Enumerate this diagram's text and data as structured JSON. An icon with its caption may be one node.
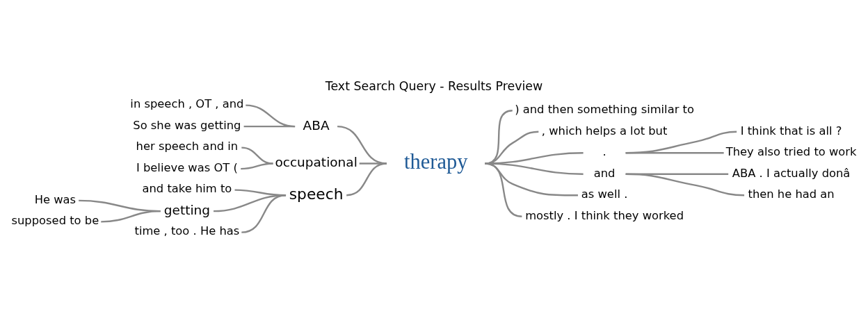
{
  "diagram": {
    "title": "Text Search Query - Results Preview",
    "nodes": [
      {
        "text": [
          "in speech , OT , and"
        ]
      },
      {
        "text": [
          "So she was getting"
        ]
      },
      {
        "text": [
          "ABA"
        ]
      },
      {
        "text": [
          "her speech and in"
        ]
      },
      {
        "text": [
          "I believe was OT ("
        ]
      },
      {
        "text": [
          "occupational"
        ]
      },
      {
        "text": [
          "and take him to"
        ]
      },
      {
        "text": [
          "He was"
        ]
      },
      {
        "text": [
          "supposed to be"
        ]
      },
      {
        "text": [
          "getting"
        ]
      },
      {
        "text": [
          "time , too . He has"
        ]
      },
      {
        "text": [
          "speech"
        ]
      },
      {
        "text": [
          "therapy"
        ]
      },
      {
        "text": [
          ") and then something similar to"
        ]
      },
      {
        "text": [
          ", which helps a lot but"
        ]
      },
      {
        "text": [
          "."
        ]
      },
      {
        "text": [
          "I think that is all ?"
        ]
      },
      {
        "text": [
          "They also tried to work"
        ]
      },
      {
        "text": [
          "and"
        ]
      },
      {
        "text": [
          "ABA . I actually donâ"
        ]
      },
      {
        "text": [
          "then he had an"
        ]
      },
      {
        "text": [
          "as well ."
        ]
      },
      {
        "text": [
          "mostly . I think they worked"
        ]
      }
    ],
    "edges": [
      {
        "from": 0,
        "to": 2,
        "arrow": "none"
      },
      {
        "from": 1,
        "to": 2,
        "arrow": "none"
      },
      {
        "from": 3,
        "to": 5,
        "arrow": "none"
      },
      {
        "from": 4,
        "to": 5,
        "arrow": "none"
      },
      {
        "from": 6,
        "to": 11,
        "arrow": "none"
      },
      {
        "from": 7,
        "to": 9,
        "arrow": "none"
      },
      {
        "from": 8,
        "to": 9,
        "arrow": "none"
      },
      {
        "from": 9,
        "to": 11,
        "arrow": "none"
      },
      {
        "from": 10,
        "to": 11,
        "arrow": "none"
      },
      {
        "from": 2,
        "to": 12,
        "arrow": "none"
      },
      {
        "from": 5,
        "to": 12,
        "arrow": "none"
      },
      {
        "from": 11,
        "to": 12,
        "arrow": "none"
      },
      {
        "from": 12,
        "to": 13,
        "arrow": "none"
      },
      {
        "from": 12,
        "to": 14,
        "arrow": "none"
      },
      {
        "from": 12,
        "to": 15,
        "arrow": "none"
      },
      {
        "from": 15,
        "to": 16,
        "arrow": "none"
      },
      {
        "from": 15,
        "to": 17,
        "arrow": "none"
      },
      {
        "from": 12,
        "to": 18,
        "arrow": "none"
      },
      {
        "from": 18,
        "to": 19,
        "arrow": "none"
      },
      {
        "from": 18,
        "to": 20,
        "arrow": "none"
      },
      {
        "from": 12,
        "to": 21,
        "arrow": "none"
      },
      {
        "from": 12,
        "to": 22,
        "arrow": "none"
      }
    ]
  }
}
